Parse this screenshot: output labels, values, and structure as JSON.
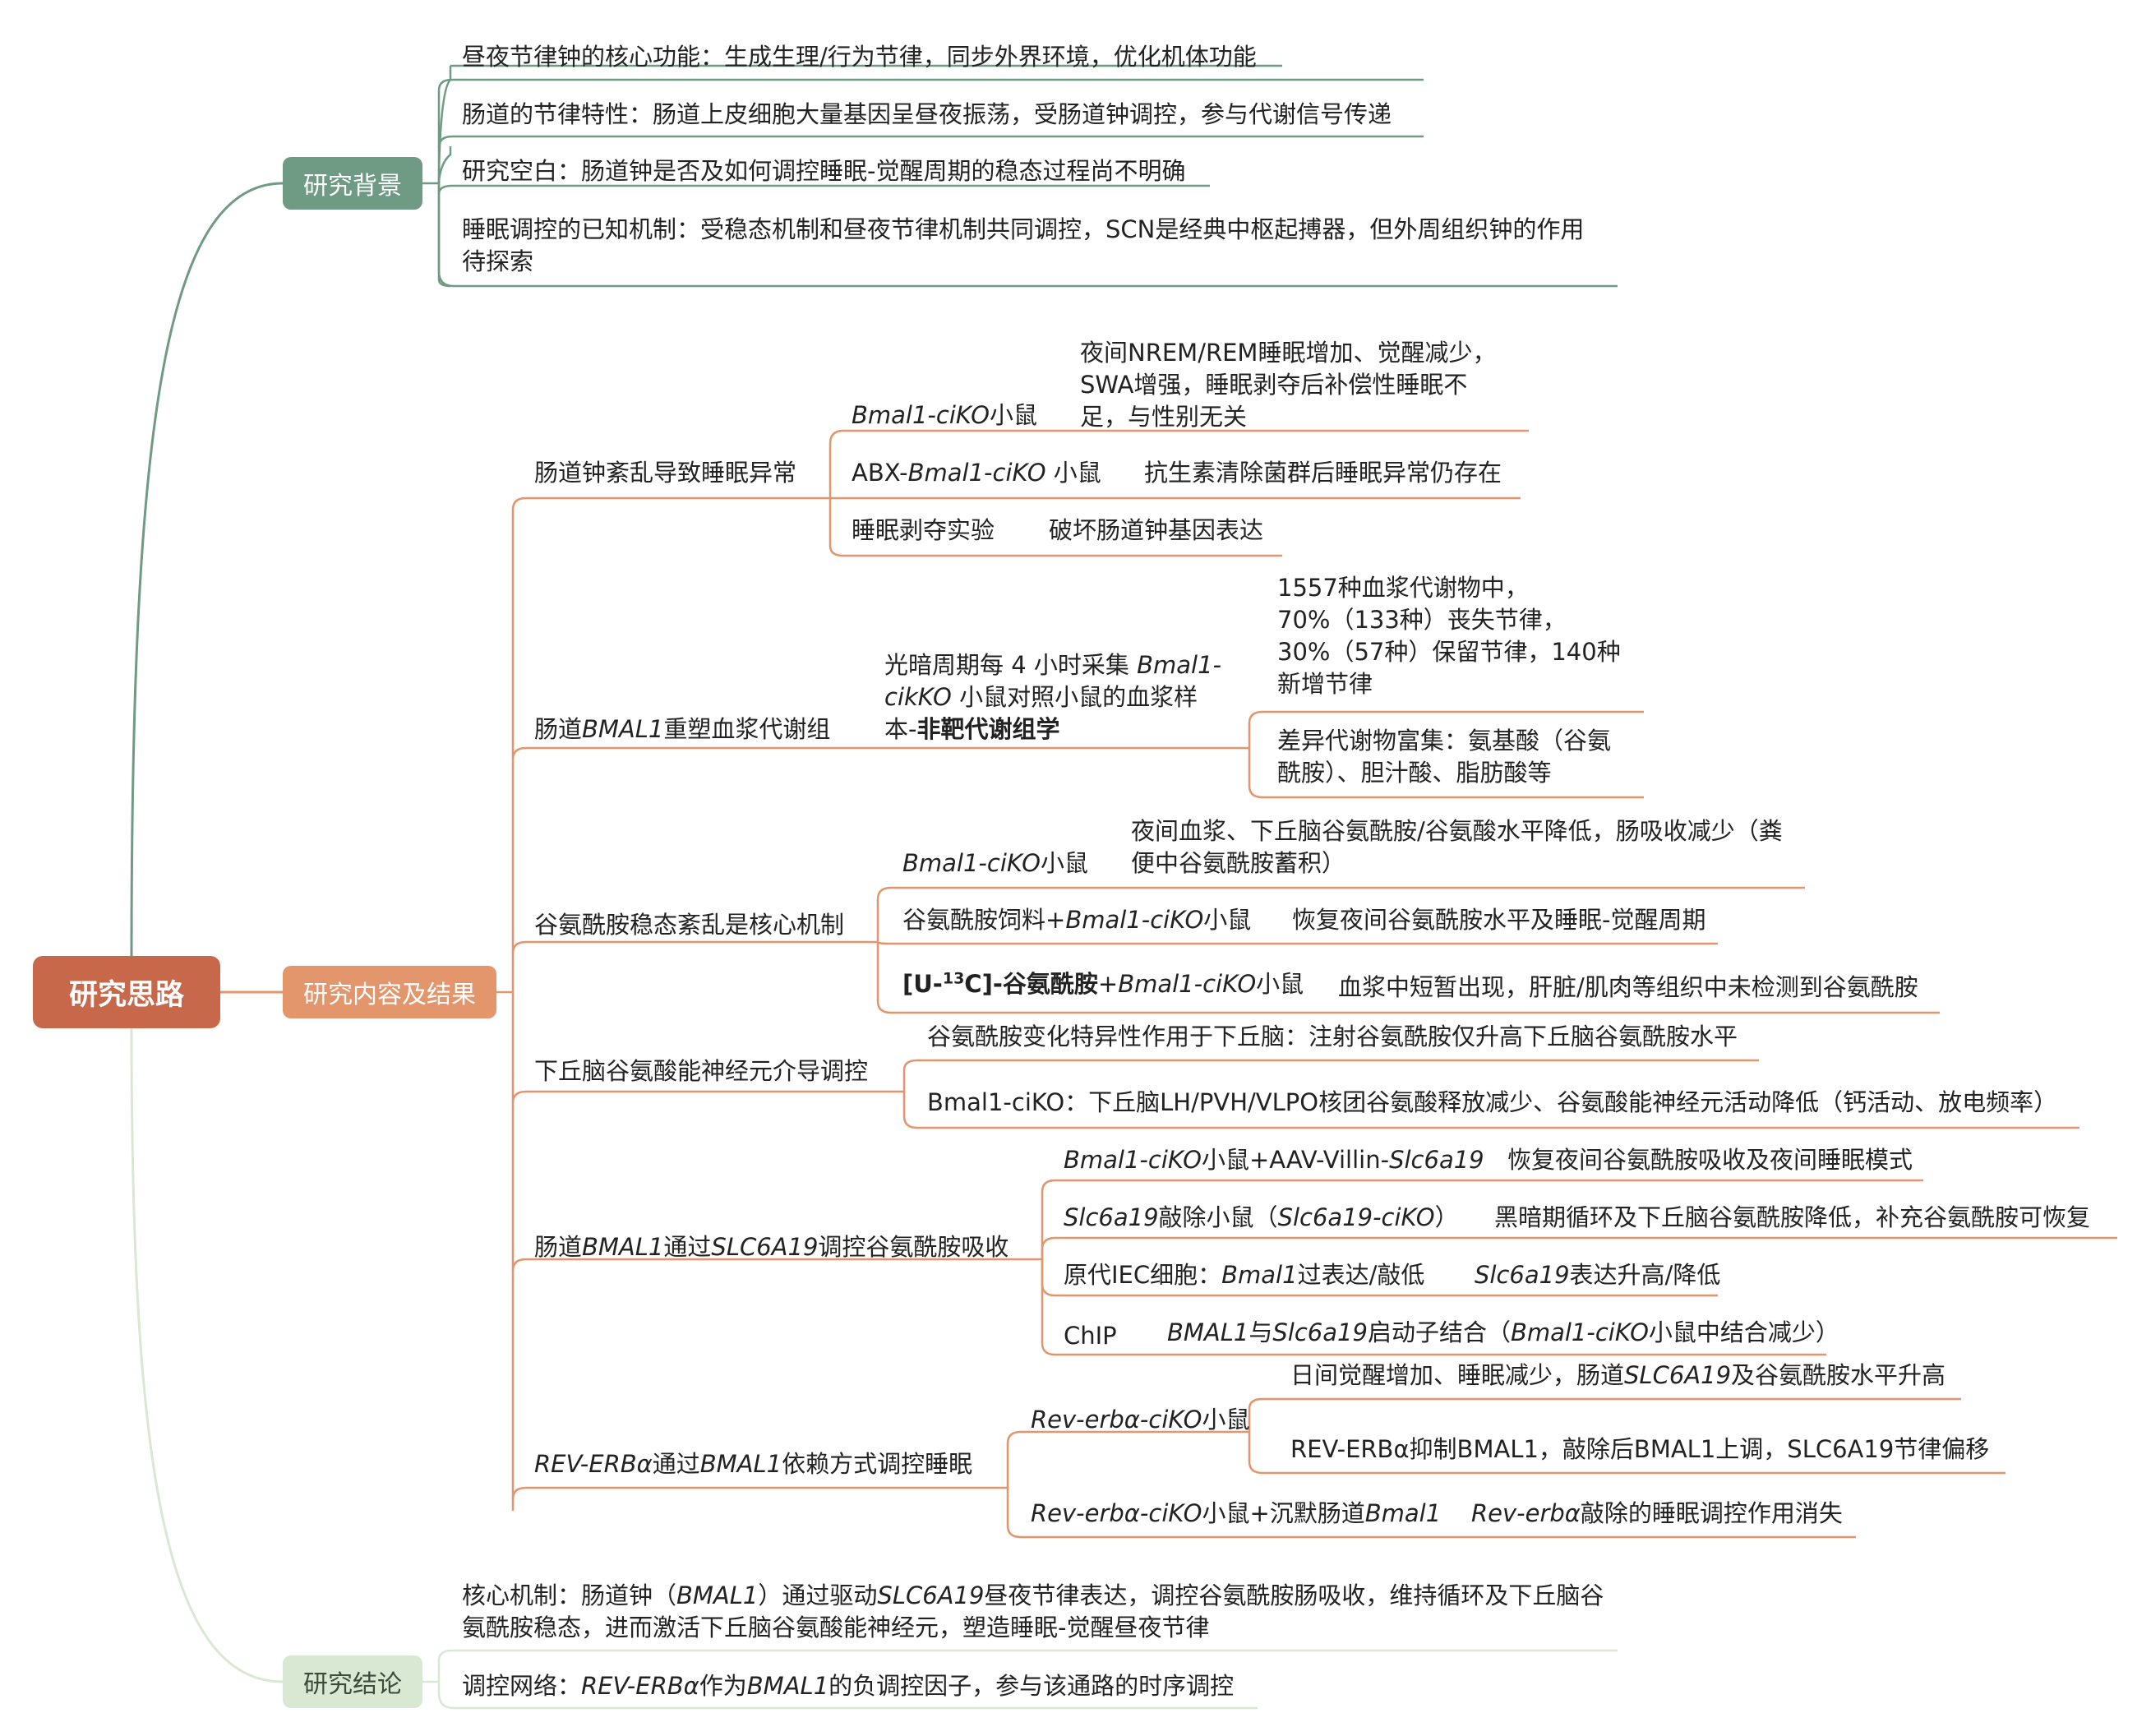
{
  "root": "研究思路",
  "background": {
    "label": "研究背景",
    "items": [
      "昼夜节律钟的核心功能：生成生理/行为节律，同步外界环境，优化机体功能",
      "肠道的节律特性：肠道上皮细胞大量基因呈昼夜振荡，受肠道钟调控，参与代谢信号传递",
      "研究空白：肠道钟是否及如何调控睡眠-觉醒周期的稳态过程尚不明确",
      "睡眠调控的已知机制：受稳态机制和昼夜节律机制共同调控，SCN是经典中枢起搏器，但外周组织钟的作用待探索"
    ]
  },
  "content": {
    "label": "研究内容及结果",
    "b1": {
      "title": "肠道钟紊乱导致睡眠异常",
      "c1": {
        "title_it": "Bmal1-ciKO",
        "title_tail": "小鼠",
        "desc": "夜间NREM/REM睡眠增加、觉醒减少，SWA增强，睡眠剥夺后补偿性睡眠不足，与性别无关"
      },
      "c2": {
        "title_pre": "ABX-",
        "title_it": "Bmal1-ciKO",
        "title_tail": " 小鼠",
        "desc": "抗生素清除菌群后睡眠异常仍存在"
      },
      "c3": {
        "title": "睡眠剥夺实验",
        "desc": "破坏肠道钟基因表达"
      }
    },
    "b2": {
      "title_pre": "肠道",
      "title_it": "BMAL1",
      "title_tail": "重塑血浆代谢组",
      "method_a": "光暗周期每 4 小时采集 ",
      "method_it1": "Bmal1-",
      "method_it2": "cikKO",
      "method_b": " 小鼠对照小鼠的血浆样本-",
      "method_bold": "非靶代谢组学",
      "r1": "1557种血浆代谢物中，70%（133种）丧失节律，30%（57种）保留节律，140种新增节律",
      "r2": "差异代谢物富集：氨基酸（谷氨酰胺）、胆汁酸、脂肪酸等"
    },
    "b3": {
      "title": "谷氨酰胺稳态紊乱是核心机制",
      "c1": {
        "title_it": "Bmal1-ciKO",
        "title_tail": "小鼠",
        "desc": "夜间血浆、下丘脑谷氨酰胺/谷氨酸水平降低，肠吸收减少（粪便中谷氨酰胺蓄积）"
      },
      "c2": {
        "title_pre": "谷氨酰胺饲料+",
        "title_it": "Bmal1-ciKO",
        "title_tail": "小鼠",
        "desc": "恢复夜间谷氨酰胺水平及睡眠-觉醒周期"
      },
      "c3": {
        "title_b1": "[U-",
        "title_sup": "13",
        "title_b2": "C]-谷氨酰胺",
        "title_plus": "+",
        "title_it": "Bmal1-ciKO",
        "title_tail": "小鼠",
        "desc": "血浆中短暂出现，肝脏/肌肉等组织中未检测到谷氨酰胺"
      }
    },
    "b4": {
      "title": "下丘脑谷氨酸能神经元介导调控",
      "r1": "谷氨酰胺变化特异性作用于下丘脑：注射谷氨酰胺仅升高下丘脑谷氨酰胺水平",
      "r2": "Bmal1-ciKO：下丘脑LH/PVH/VLPO核团谷氨酸释放减少、谷氨酸能神经元活动降低（钙活动、放电频率）"
    },
    "b5": {
      "title_pre": "肠道",
      "title_it1": "BMAL1",
      "title_mid": "通过",
      "title_it2": "SLC6A19",
      "title_tail": "调控谷氨酰胺吸收",
      "c1": {
        "t_it": "Bmal1-ciKO",
        "t_mid": "小鼠+AAV-Villin-",
        "t_it2": "Slc6a19",
        "desc": "恢复夜间谷氨酰胺吸收及夜间睡眠模式"
      },
      "c2": {
        "t_it": "Slc6a19",
        "t_mid": "敲除小鼠（",
        "t_it2": "Slc6a19-ciKO",
        "t_tail": "）",
        "desc": "黑暗期循环及下丘脑谷氨酰胺降低，补充谷氨酰胺可恢复"
      },
      "c3": {
        "t_pre": "原代IEC细胞：",
        "t_it": "Bmal1",
        "t_tail": "过表达/敲低",
        "d_it": "Slc6a19",
        "d_tail": "表达升高/降低"
      },
      "c4": {
        "t": "ChIP",
        "d_it1": "BMAL1",
        "d_mid": "与",
        "d_it2": "Slc6a19",
        "d_mid2": "启动子结合（",
        "d_it3": "Bmal1-ciKO",
        "d_tail": "小鼠中结合减少）"
      }
    },
    "b6": {
      "title_it1": "REV-ERBα",
      "title_mid": "通过",
      "title_it2": "BMAL1",
      "title_tail": "依赖方式调控睡眠",
      "c1": {
        "t_it": "Rev-erbα-ciKO",
        "t_tail": "小鼠",
        "r1_pre": "日间觉醒增加、睡眠减少，肠道",
        "r1_it": "SLC6A19",
        "r1_tail": "及谷氨酰胺水平升高",
        "r2": "REV-ERBα抑制BMAL1，敲除后BMAL1上调，SLC6A19节律偏移"
      },
      "c2": {
        "t_it": "Rev-erbα-ciKO",
        "t_mid": "小鼠+沉默肠道",
        "t_it2": "Bmal1",
        "d_it": "Rev-erbα",
        "d_tail": "敲除的睡眠调控作用消失"
      }
    }
  },
  "conclusion": {
    "label": "研究结论",
    "i1_a": "核心机制：肠道钟（",
    "i1_it1": "BMAL1",
    "i1_b": "）通过驱动",
    "i1_it2": "SLC6A19",
    "i1_c": "昼夜节律表达，调控谷氨酰胺肠吸收，维持循环及下丘脑谷氨酰胺稳态，进而激活下丘脑谷氨酸能神经元，塑造睡眠-觉醒昼夜节律",
    "i2_a": "调控网络：",
    "i2_it1": "REV-ERBα",
    "i2_b": "作为",
    "i2_it2": "BMAL1",
    "i2_c": "的负调控因子，参与该通路的时序调控"
  },
  "colors": {
    "root": "#c8684a",
    "background": "#6f9a83",
    "content": "#e3956b",
    "conclusion": "#d9e8d3"
  }
}
